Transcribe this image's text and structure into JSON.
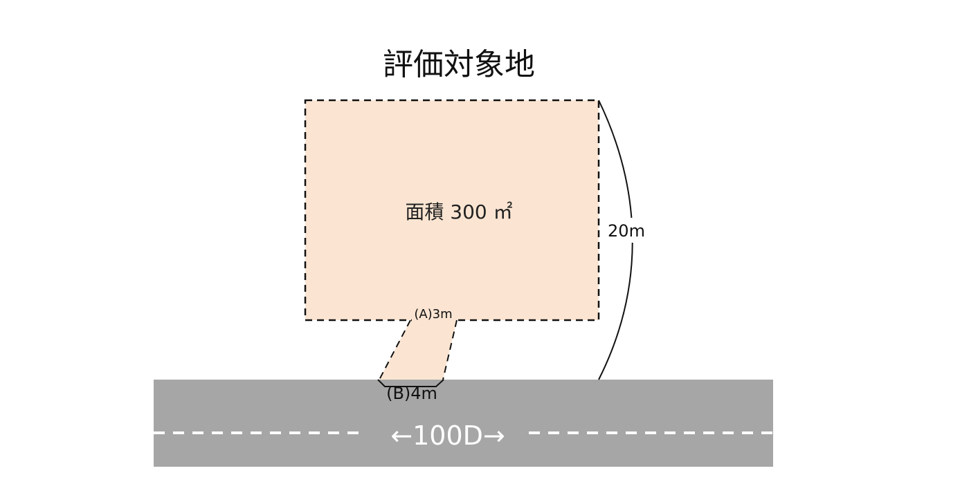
{
  "title": "評価対象地",
  "lot": {
    "area_label": "面積 300 ㎡",
    "depth_label": "20m"
  },
  "access_path": {
    "inner_width_label": "(A)3m",
    "outer_width_label": "(B)4m"
  },
  "road": {
    "label": "←100D→"
  },
  "colors": {
    "lot_fill": "#fbe5d2",
    "road_fill": "#a6a6a6",
    "line": "#111111",
    "road_marking": "#ffffff"
  }
}
